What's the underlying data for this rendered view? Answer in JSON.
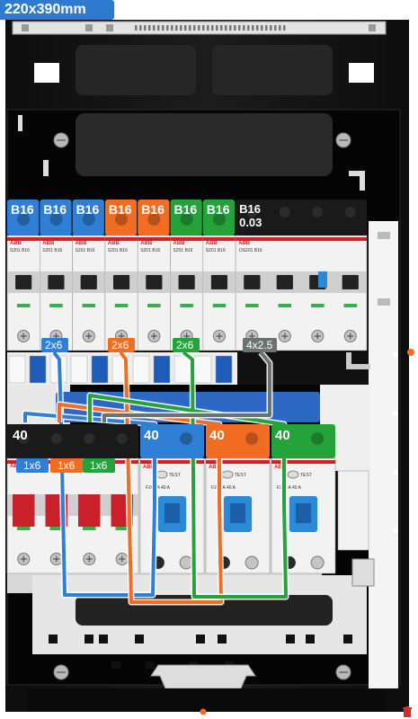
{
  "size_label": "220x390mm",
  "brand": "ABB",
  "colors": {
    "blue": "#2f7fd6",
    "orange": "#f26c22",
    "green": "#24a33a",
    "grey": "#6b7370",
    "black": "#1a1a1a",
    "red": "#c9202a",
    "accent_dot": "#f26c22"
  },
  "row1_breakers": [
    {
      "label": "B16",
      "color": "blue",
      "model": "S201 B16"
    },
    {
      "label": "B16",
      "color": "blue",
      "model": "S201 B16"
    },
    {
      "label": "B16",
      "color": "blue",
      "model": "S201 B16"
    },
    {
      "label": "B16",
      "color": "orange",
      "model": "S201 B16"
    },
    {
      "label": "B16",
      "color": "orange",
      "model": "S201 B16"
    },
    {
      "label": "B16",
      "color": "green",
      "model": "S201 B16"
    },
    {
      "label": "B16",
      "color": "green",
      "model": "S201 B16"
    }
  ],
  "rcbo": {
    "label_line1": "B16",
    "label_line2": "0.03",
    "model": "DS201 B16"
  },
  "row1_cables": [
    {
      "label": "2x6",
      "color": "blue"
    },
    {
      "label": "2x6",
      "color": "orange"
    },
    {
      "label": "2x6",
      "color": "green"
    },
    {
      "label": "4x2.5",
      "color": "grey"
    }
  ],
  "row2_main": {
    "label": "40"
  },
  "row2_rcds": [
    {
      "label": "40",
      "color": "blue",
      "model": "F202 A 40 A",
      "test": "TEST"
    },
    {
      "label": "40",
      "color": "orange",
      "model": "F202 A 40 A",
      "test": "TEST"
    },
    {
      "label": "40",
      "color": "green",
      "model": "F202 A 40 A",
      "test": "TEST"
    }
  ],
  "row2_cables": [
    {
      "label": "1x6",
      "color": "blue"
    },
    {
      "label": "1x6",
      "color": "orange"
    },
    {
      "label": "1x6",
      "color": "green"
    }
  ]
}
